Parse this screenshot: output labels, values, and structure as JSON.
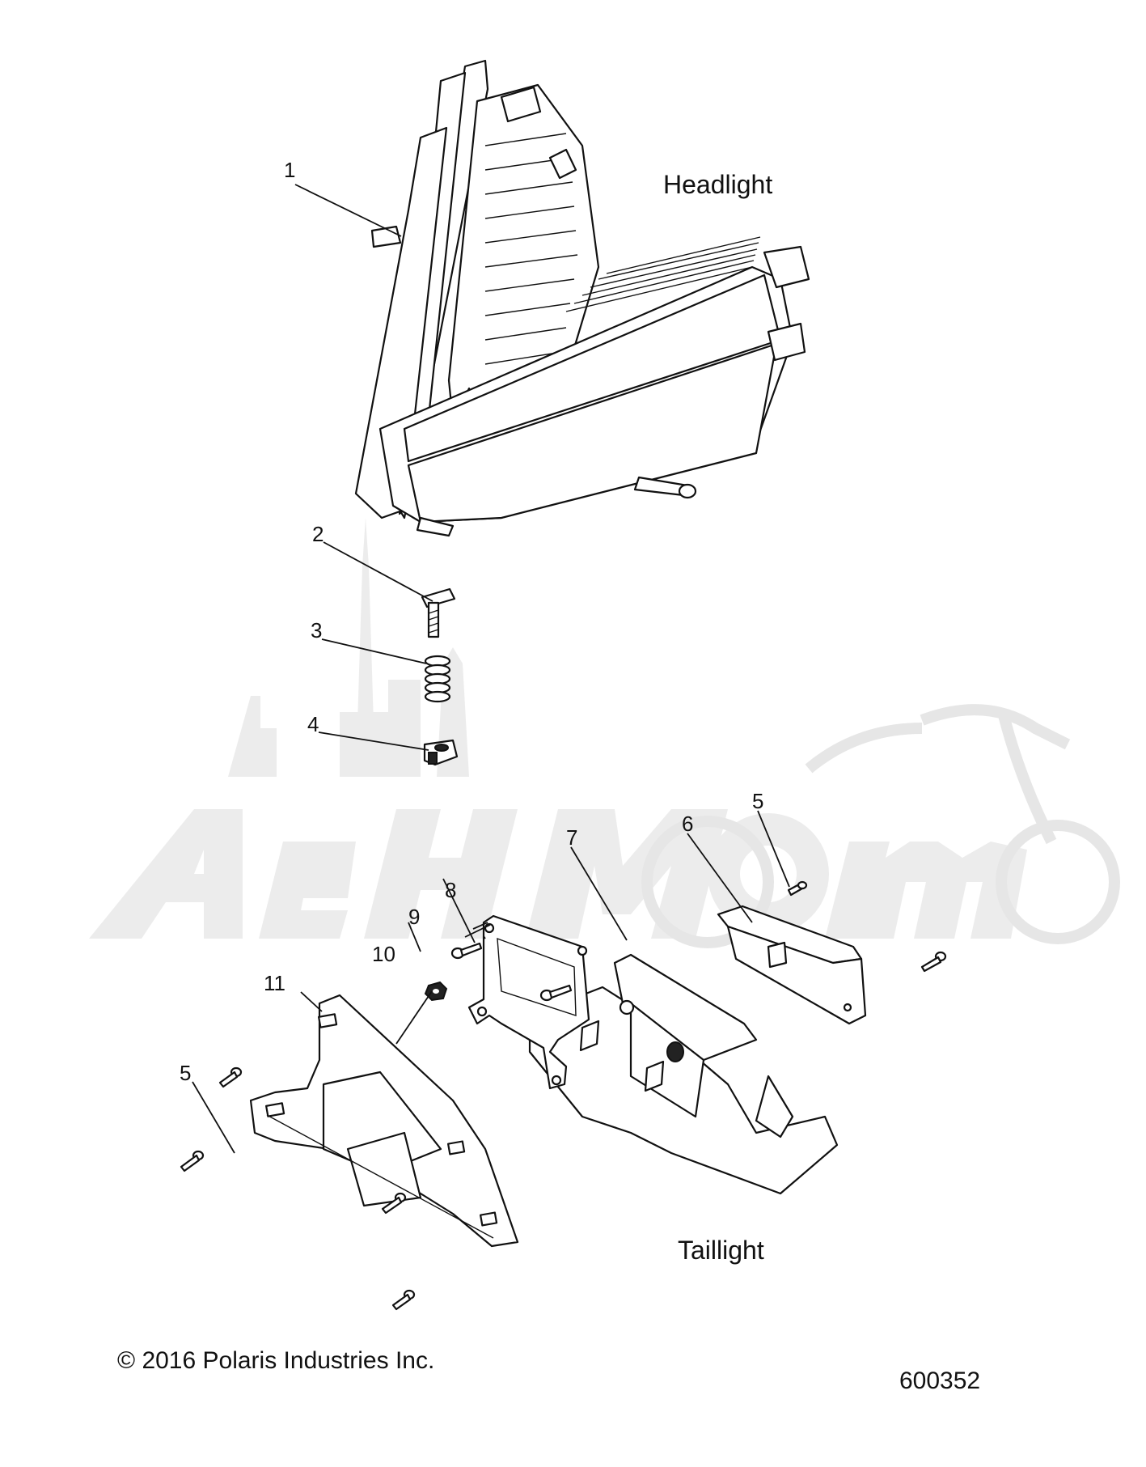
{
  "sections": {
    "headlight": "Headlight",
    "taillight": "Taillight"
  },
  "callouts": [
    "1",
    "2",
    "3",
    "4",
    "5",
    "6",
    "7",
    "8",
    "9",
    "10",
    "11",
    "5"
  ],
  "watermark": "AeHMoTo",
  "footer": {
    "copyright": "© 2016 Polaris Industries Inc.",
    "diagram_number": "600352"
  }
}
